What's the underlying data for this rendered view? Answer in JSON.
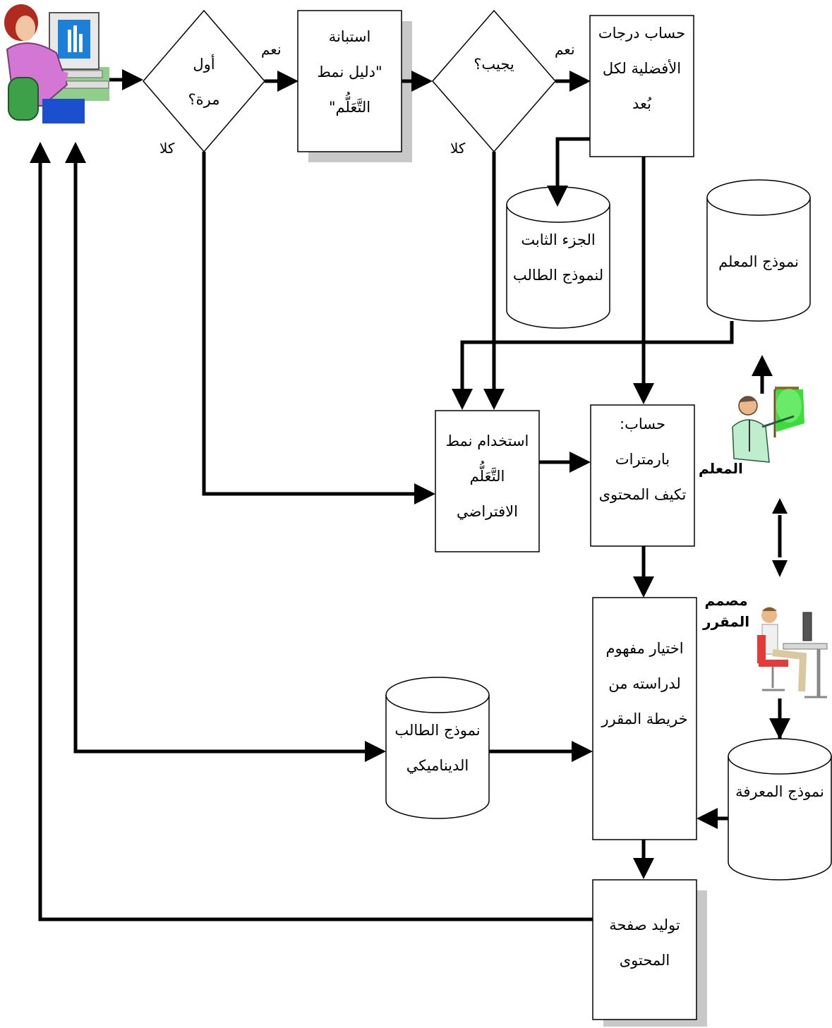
{
  "flow": {
    "first_time": [
      "أول",
      "مرة؟"
    ],
    "yes_1": "نعم",
    "no_1": "كلا",
    "questionnaire": [
      "استبانة",
      "\"دليل نمط",
      "التَّعَلُّم\""
    ],
    "answers": "يجيب؟",
    "yes_2": "نعم",
    "no_2": "كلا",
    "compute_scores": [
      "حساب درجات",
      "الأفضلية لكل",
      "بُعد"
    ],
    "static_part": [
      "الجزء الثابت",
      "لنموذج الطالب"
    ],
    "teacher_model": "نموذج المعلم",
    "default_style": [
      "استخدام نمط",
      "التَّعَلُّم",
      "الافتراضي"
    ],
    "compute_params": [
      "حساب:",
      "بارمترات",
      "تكيف المحتوى"
    ],
    "teacher_label": "المعلم",
    "designer_label": [
      "مصمم",
      "المقرر"
    ],
    "choose_concept": [
      "اختيار مفهوم",
      "لدراسته من",
      "خريطة المقرر"
    ],
    "dynamic_model": [
      "نموذج الطالب",
      "الديناميكي"
    ],
    "knowledge_model": "نموذج المعرفة",
    "generate_page": [
      "توليد صفحة",
      "المحتوى"
    ]
  },
  "icons": {
    "student": "student-at-computer-icon",
    "teacher": "teacher-presenting-icon",
    "designer": "designer-at-desk-icon"
  }
}
